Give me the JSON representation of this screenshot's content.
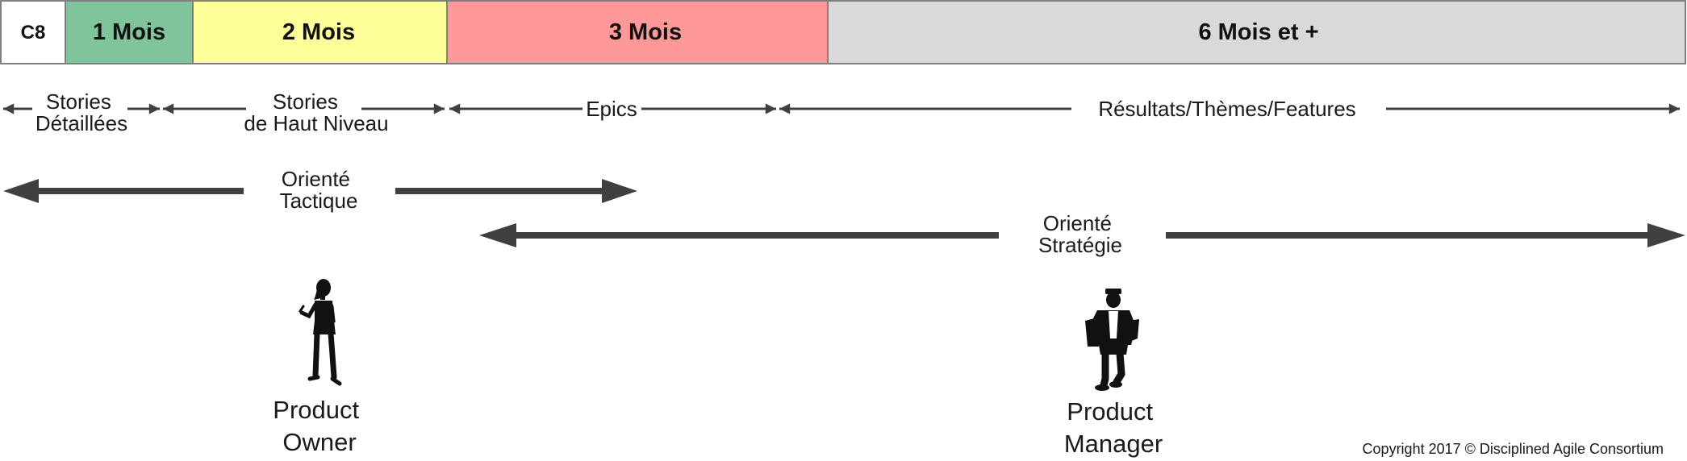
{
  "header": {
    "code": "C8",
    "segments": [
      {
        "label": "1 Mois",
        "color": "#7fc49b"
      },
      {
        "label": "2 Mois",
        "color": "#ffff99"
      },
      {
        "label": "3 Mois",
        "color": "#ff9999"
      },
      {
        "label": "6 Mois et +",
        "color": "#d9d9d9"
      }
    ]
  },
  "granularity": {
    "stories_detailed": {
      "line1": "Stories",
      "line2": "Détaillées"
    },
    "stories_high_level": {
      "line1": "Stories",
      "line2": "de Haut Niveau"
    },
    "epics": "Epics",
    "results": "Résultats/Thèmes/Features"
  },
  "orientation": {
    "tactical": {
      "line1": "Orienté",
      "line2": "Tactique"
    },
    "strategic": {
      "line1": "Orienté",
      "line2": "Stratégie"
    }
  },
  "personas": {
    "product_owner": {
      "line1": "Product",
      "line2": "Owner",
      "icon": "woman-figure-icon"
    },
    "product_manager": {
      "line1": "Product",
      "line2": "Manager",
      "icon": "man-figure-icon"
    }
  },
  "copyright": "Copyright 2017 © Disciplined Agile Consortium",
  "colors": {
    "arrow": "#404040",
    "border": "#7f7f7f"
  }
}
